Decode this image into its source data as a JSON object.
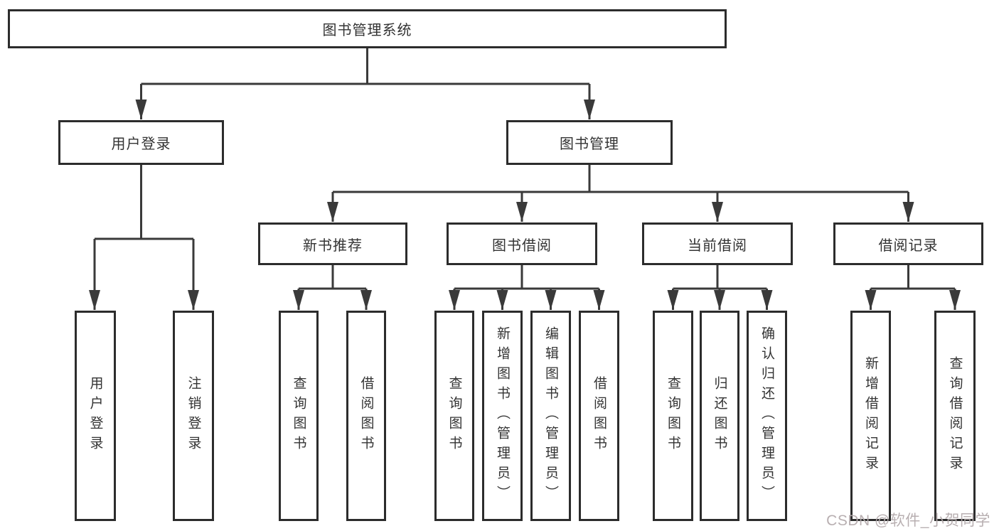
{
  "tree": {
    "root": {
      "label": "图书管理系统",
      "children": [
        {
          "label": "用户登录",
          "children": [
            {
              "label": "用户登录"
            },
            {
              "label": "注销登录"
            }
          ]
        },
        {
          "label": "图书管理",
          "children": [
            {
              "label": "新书推荐",
              "children": [
                {
                  "label": "查询图书"
                },
                {
                  "label": "借阅图书"
                }
              ]
            },
            {
              "label": "图书借阅",
              "children": [
                {
                  "label": "查询图书"
                },
                {
                  "label": "新增图书（管理员）"
                },
                {
                  "label": "编辑图书（管理员）"
                },
                {
                  "label": "借阅图书"
                }
              ]
            },
            {
              "label": "当前借阅",
              "children": [
                {
                  "label": "查询图书"
                },
                {
                  "label": "归还图书"
                },
                {
                  "label": "确认归还（管理员）"
                }
              ]
            },
            {
              "label": "借阅记录",
              "children": [
                {
                  "label": "新增借阅记录"
                },
                {
                  "label": "查询借阅记录"
                }
              ]
            }
          ]
        }
      ]
    }
  },
  "watermark": {
    "text": "CSDN @软件_小贺同学"
  },
  "colors": {
    "line": "#3a3a3a",
    "box_border": "#2c2c2c",
    "text": "#333333",
    "watermark": "#b3a9ab",
    "background": "#ffffff"
  }
}
